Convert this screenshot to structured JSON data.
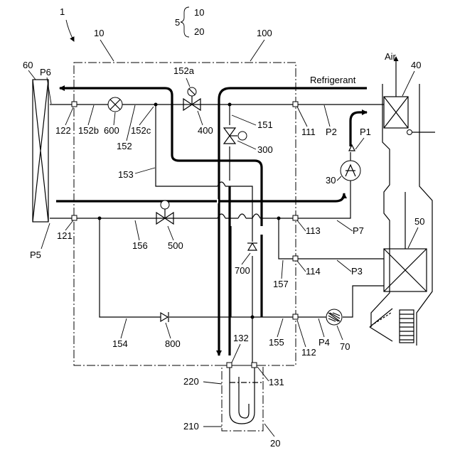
{
  "labels": {
    "system": "1",
    "brace_group": "5",
    "brace_top": "10",
    "brace_bottom": "20",
    "unit_10": "10",
    "unit_100": "100",
    "air": "Air",
    "refrigerant": "Refrigerant",
    "hx_40": "40",
    "hx_50": "50",
    "hx_60": "60",
    "compressor": "30",
    "valve_70": "70",
    "tank_210": "210",
    "tank_220": "220",
    "tank_20": "20",
    "p1": "P1",
    "p2": "P2",
    "p3": "P3",
    "p4": "P4",
    "p5": "P5",
    "p6": "P6",
    "p7": "P7",
    "n111": "111",
    "n112": "112",
    "n113": "113",
    "n114": "114",
    "n121": "121",
    "n122": "122",
    "n131": "131",
    "n132": "132",
    "n151": "151",
    "n152": "152",
    "n152a": "152a",
    "n152b": "152b",
    "n152c": "152c",
    "n153": "153",
    "n154": "154",
    "n155": "155",
    "n156": "156",
    "n157": "157",
    "v300": "300",
    "v400": "400",
    "v500": "500",
    "v600": "600",
    "v700": "700",
    "v800": "800"
  },
  "icons": [
    "arrow-down-icon",
    "brace-icon",
    "heat-exchanger-icon",
    "compressor-icon",
    "expansion-valve-icon",
    "solenoid-valve-icon",
    "check-valve-icon",
    "fan-icon"
  ]
}
